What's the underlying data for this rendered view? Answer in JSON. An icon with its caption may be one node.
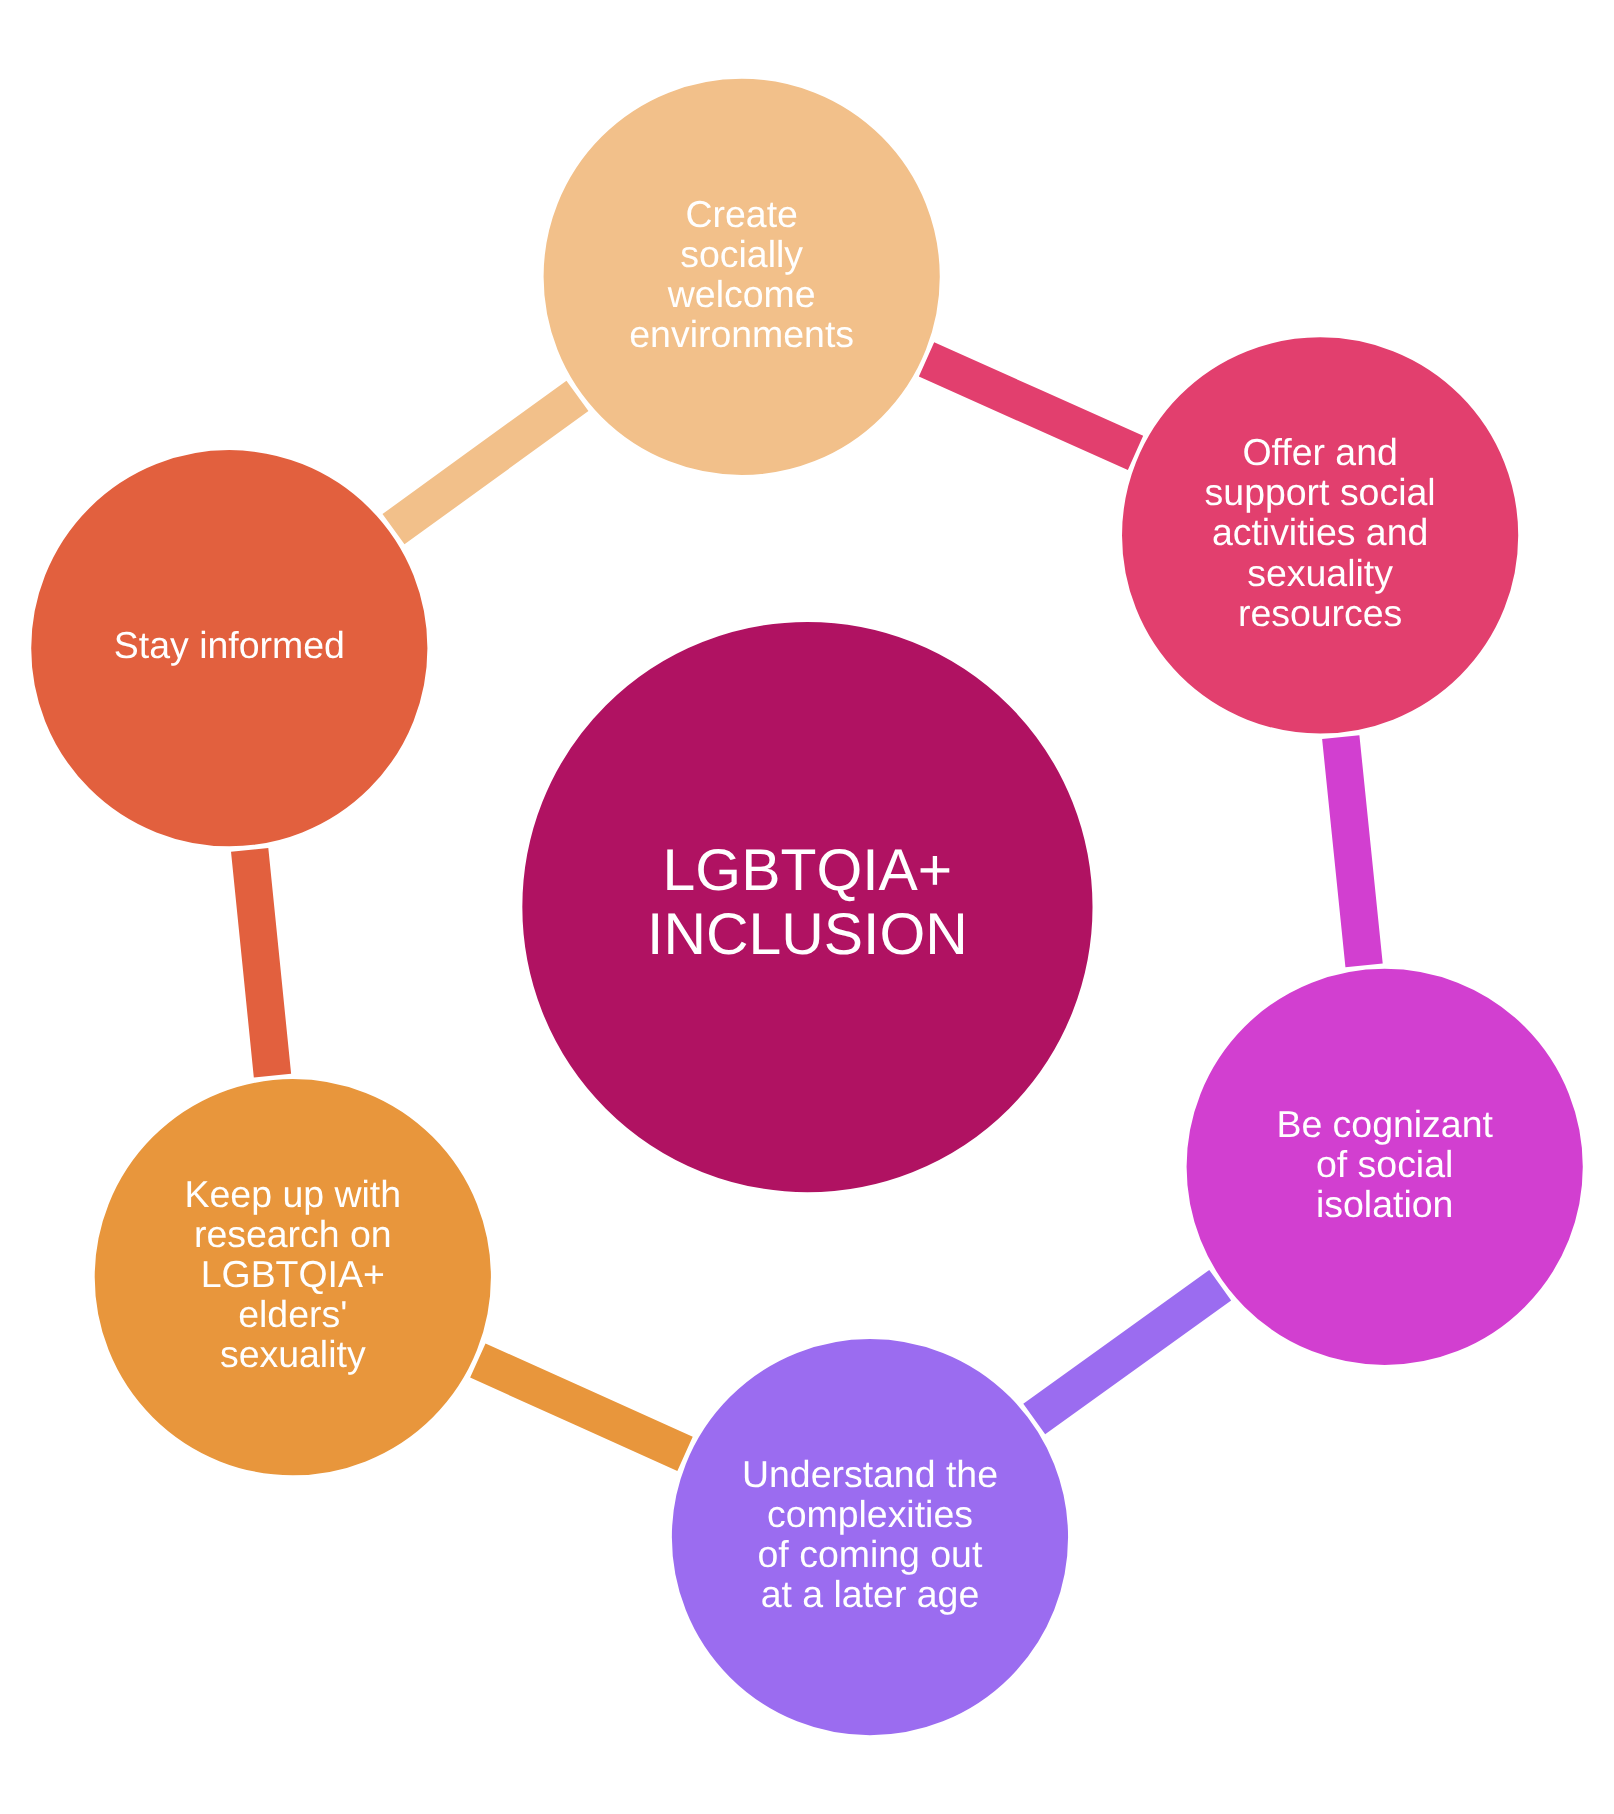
{
  "diagram": {
    "nodes": [
      {
        "text": [
          "Create socially welcome environments"
        ]
      },
      {
        "text": [
          "Offer and support social activities and sexuality resources"
        ]
      },
      {
        "text": [
          "Stay informed"
        ]
      },
      {
        "text": [
          "LGBTQIA+ INCLUSION"
        ]
      },
      {
        "text": [
          "Be cognizant of social isolation"
        ]
      },
      {
        "text": [
          "Keep up with research on LGBTQIA+ elders' sexuality"
        ]
      },
      {
        "text": [
          "Understand the complexities of coming out at a later age"
        ]
      }
    ],
    "edges": [
      {
        "from": 0,
        "to": 2,
        "arrow": "none",
        "color": "#f2c08a"
      },
      {
        "from": 2,
        "to": 5,
        "arrow": "none",
        "color": "#e2603e"
      },
      {
        "from": 5,
        "to": 6,
        "arrow": "none",
        "color": "#e8963c"
      },
      {
        "from": 6,
        "to": 4,
        "arrow": "none",
        "color": "#9b6cf0"
      },
      {
        "from": 4,
        "to": 1,
        "arrow": "none",
        "color": "#d23fd0"
      },
      {
        "from": 1,
        "to": 0,
        "arrow": "none",
        "color": "#e23f6e"
      }
    ]
  }
}
